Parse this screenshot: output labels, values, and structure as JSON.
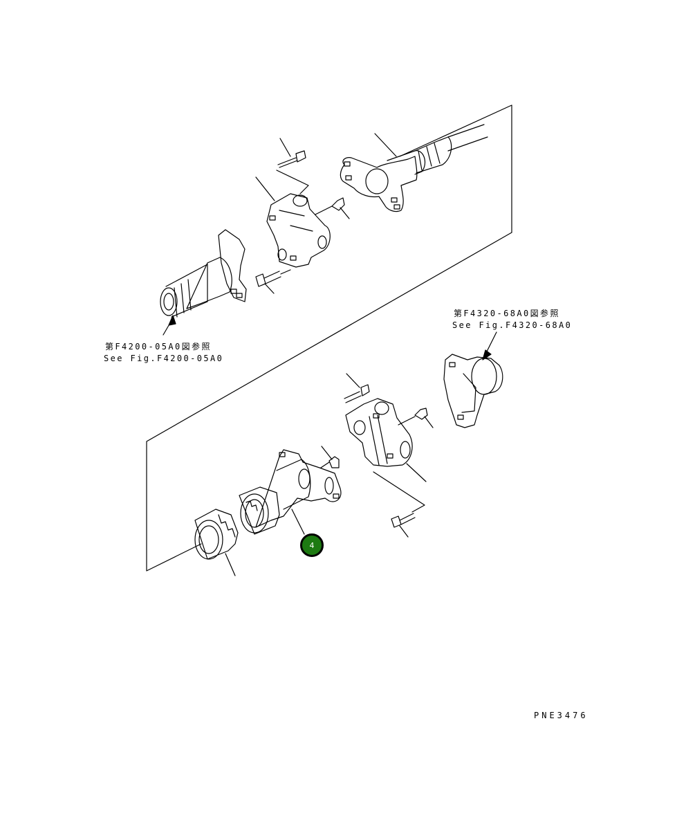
{
  "references": {
    "upper_jp": "第F4320-68A0図参照",
    "upper_en": "See Fig.F4320-68A0",
    "left_jp": "第F4200-05A0図参照",
    "left_en": "See Fig.F4200-05A0"
  },
  "callout": {
    "number": "4",
    "color": "#1d7a12"
  },
  "drawing_code": "PNE3476"
}
